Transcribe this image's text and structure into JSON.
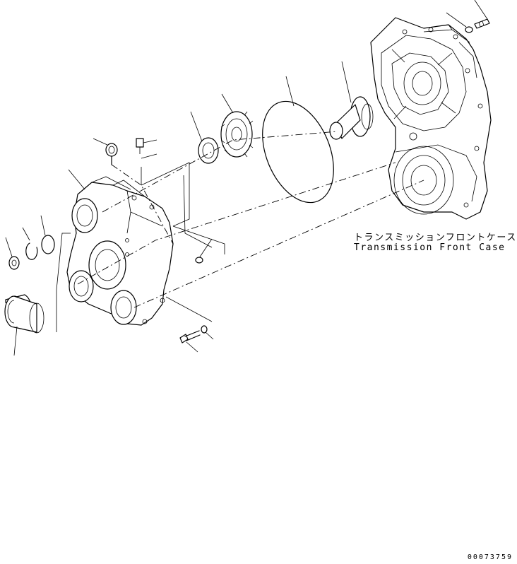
{
  "labels": {
    "part_name_jp": "トランスミッションフロントケース",
    "part_name_en": "Transmission Front Case"
  },
  "drawing_id": "00073759"
}
